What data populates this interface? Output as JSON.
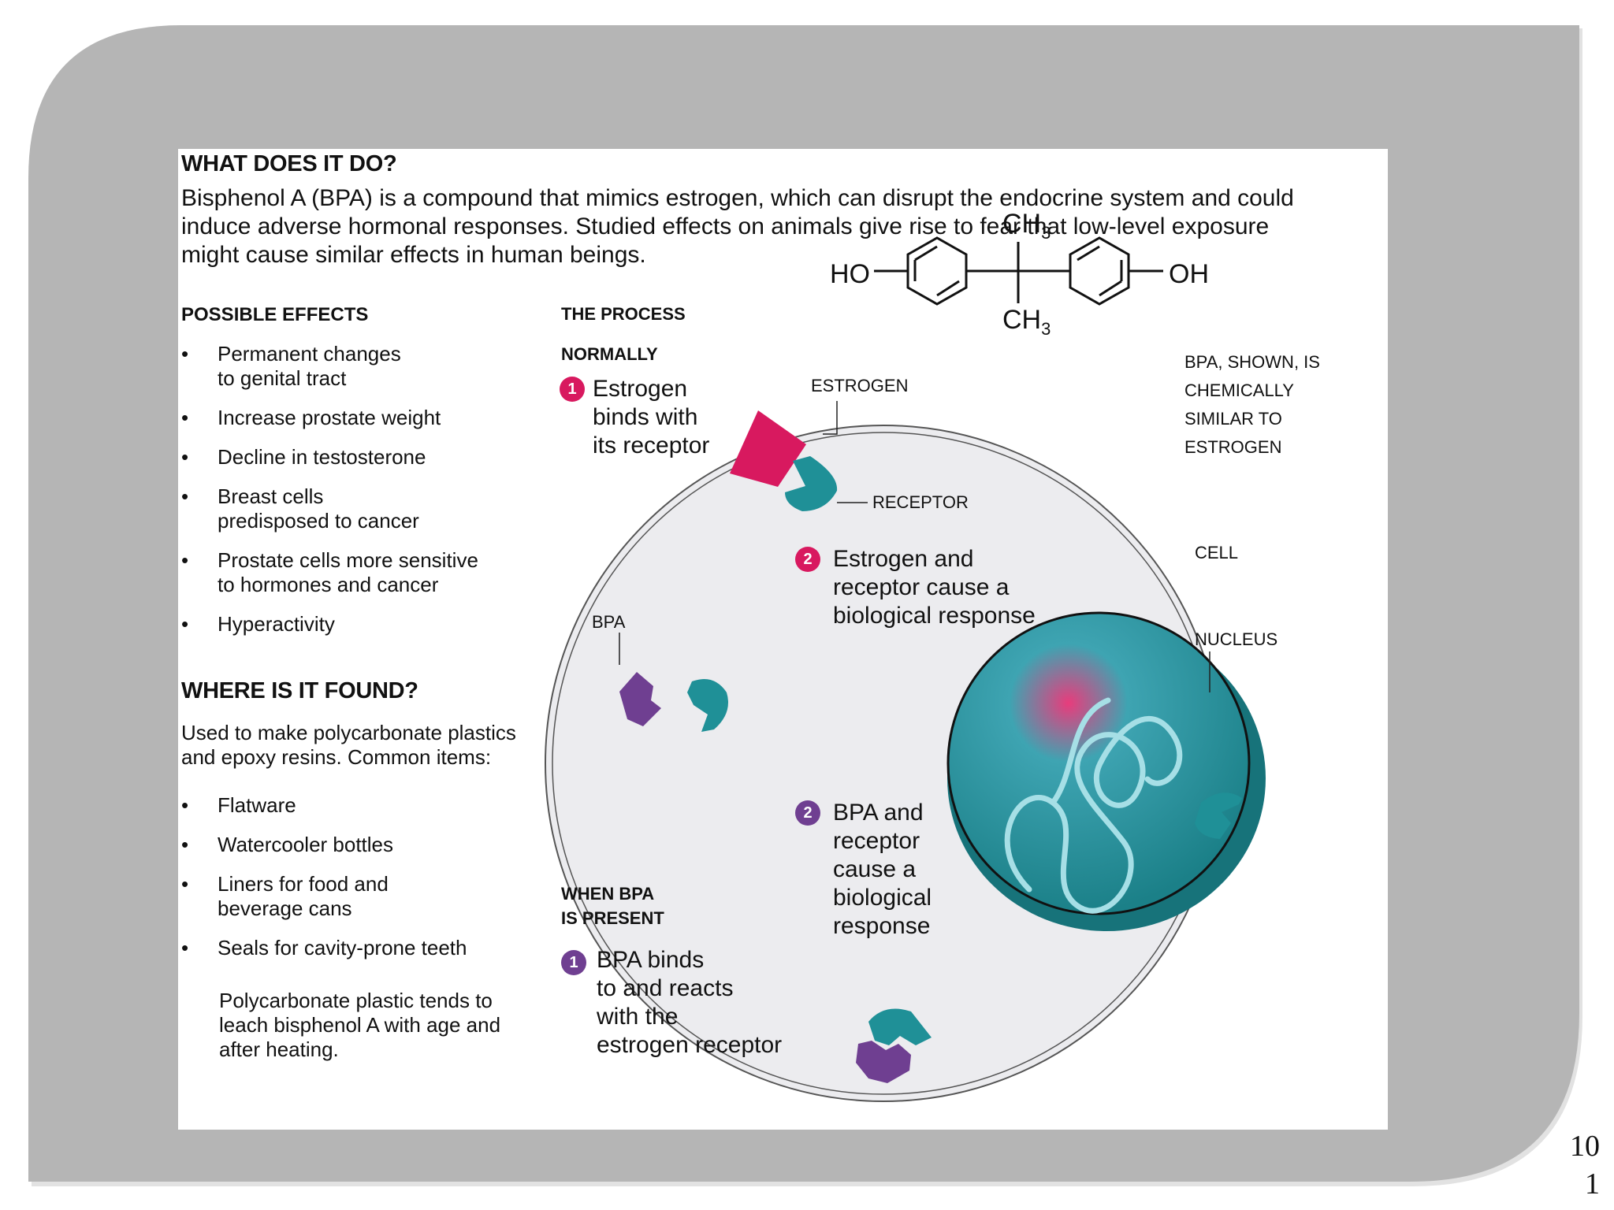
{
  "heading": "WHAT DOES IT DO?",
  "intro": "Bisphenol A (BPA) is a compound that mimics estrogen, which can disrupt the endocrine system and could induce adverse hormonal responses. Studied effects on animals give rise to fear that low-level exposure might cause similar effects in human beings.",
  "effects": {
    "title": "POSSIBLE EFFECTS",
    "items": [
      [
        "Permanent changes",
        "to genital tract"
      ],
      [
        "Increase prostate weight"
      ],
      [
        "Decline in testosterone"
      ],
      [
        "Breast cells",
        "predisposed to cancer"
      ],
      [
        "Prostate cells more sensitive",
        "to hormones and cancer"
      ],
      [
        "Hyperactivity"
      ]
    ]
  },
  "found": {
    "title": "WHERE IS IT FOUND?",
    "description": [
      "Used to make polycarbonate plastics",
      "and epoxy resins. Common items:"
    ],
    "items": [
      [
        "Flatware"
      ],
      [
        "Watercooler bottles"
      ],
      [
        "Liners for  food and",
        "beverage cans"
      ],
      [
        "Seals for cavity-prone teeth"
      ]
    ],
    "note": [
      "Polycarbonate plastic tends to",
      "leach bisphenol A with age and",
      "after heating."
    ]
  },
  "process": {
    "title": "THE PROCESS",
    "normally": "NORMALLY",
    "when_bpa": [
      "WHEN BPA",
      "IS PRESENT"
    ],
    "step1_normal": {
      "num": "1",
      "lines": [
        "Estrogen",
        "binds with",
        "its receptor"
      ]
    },
    "step2_normal": {
      "num": "2",
      "lines": [
        "Estrogen and",
        "receptor cause a",
        "biological response"
      ]
    },
    "step1_bpa": {
      "num": "1",
      "lines": [
        "BPA binds",
        "to and reacts",
        "with the",
        "estrogen receptor"
      ]
    },
    "step2_bpa": {
      "num": "2",
      "lines": [
        "BPA and",
        "receptor",
        "cause a",
        "biological",
        "response"
      ]
    }
  },
  "labels": {
    "estrogen": "ESTROGEN",
    "receptor": "RECEPTOR",
    "bpa": "BPA",
    "cell": "CELL",
    "nucleus": "NUCLEUS",
    "bpa_similar": [
      "BPA, SHOWN, IS",
      "CHEMICALLY",
      "SIMILAR TO",
      "ESTROGEN"
    ]
  },
  "molecule": {
    "left": "HO",
    "right": "OH",
    "top": "CH",
    "bottom": "CH",
    "subscript": "3"
  },
  "page_number": [
    "10",
    "1"
  ],
  "colors": {
    "slide_frame": "#b5b5b5",
    "estrogen": "#d8195f",
    "bpa": "#6f3f91",
    "receptor": "#1f9097",
    "cell": "#ececef",
    "nucleus": "#1e8c92"
  }
}
